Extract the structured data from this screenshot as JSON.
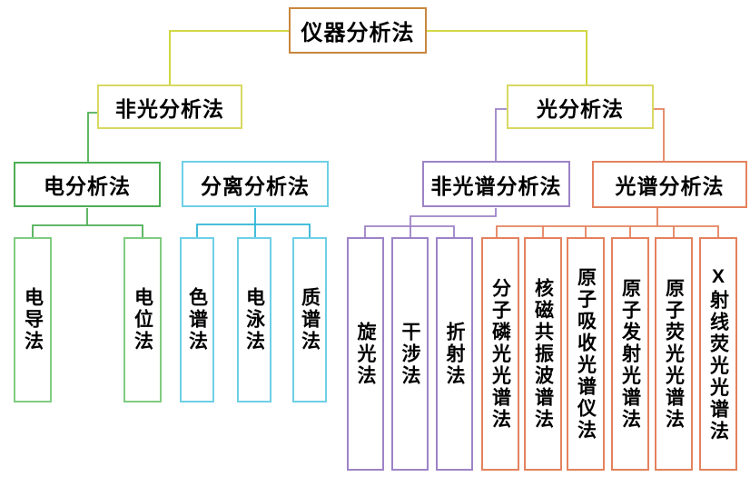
{
  "diagram_title": "仪器分析法",
  "nodes": {
    "root": {
      "label": "仪器分析法"
    },
    "non_optical": {
      "label": "非光分析法"
    },
    "optical": {
      "label": "光分析法"
    },
    "electro": {
      "label": "电分析法"
    },
    "separation": {
      "label": "分离分析法"
    },
    "non_spectro": {
      "label": "非光谱分析法"
    },
    "spectro": {
      "label": "光谱分析法"
    },
    "conductometry": {
      "label": "电导法"
    },
    "potentiometry": {
      "label": "电位法"
    },
    "chromatography": {
      "label": "色谱法"
    },
    "electrophoresis": {
      "label": "电泳法"
    },
    "mass_spectrometry": {
      "label": "质谱法"
    },
    "polarimetry": {
      "label": "旋光法"
    },
    "interferometry": {
      "label": "干涉法"
    },
    "refractometry": {
      "label": "折射法"
    },
    "molecular_phosphorescence": {
      "label": "分子磷光光谱法"
    },
    "nmr": {
      "label": "核磁共振波谱法"
    },
    "atomic_absorption": {
      "label": "原子吸收光谱仪法"
    },
    "atomic_emission": {
      "label": "原子发射光谱法"
    },
    "atomic_fluorescence": {
      "label": "原子荧光光谱法"
    },
    "xray_fluorescence": {
      "label": "X射线荧光光谱法"
    }
  },
  "colors": {
    "root_border": "#c8873e",
    "level2_border": "#d8d960",
    "trunk_line": "#cbd22d",
    "electro_line": "#4fae54",
    "electro_box": "#7fcc80",
    "separation_line": "#2fb5d6",
    "separation_box": "#6ed0e6",
    "nonspectro_color": "#9d83c7",
    "spectro_color": "#e4825e"
  }
}
